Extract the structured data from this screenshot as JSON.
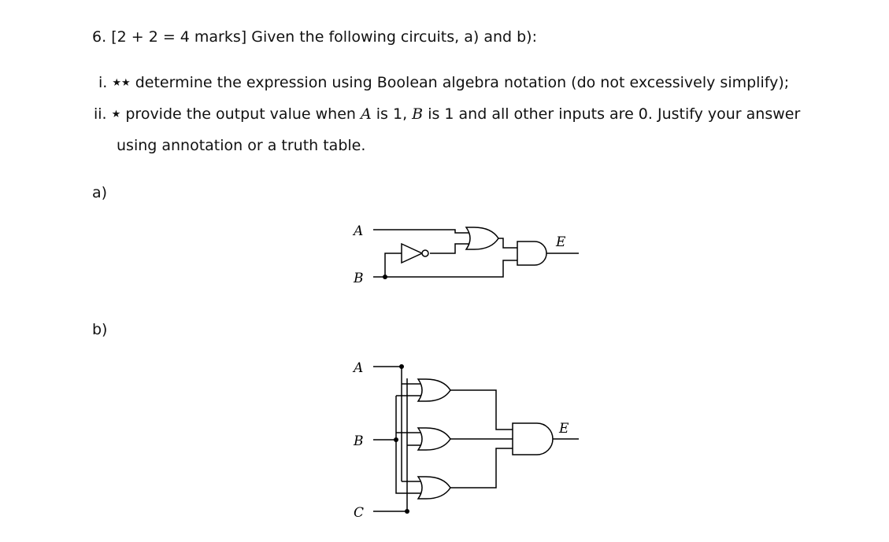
{
  "question": {
    "number": "6.",
    "header": "[2 + 2 = 4 marks] Given the following circuits, a) and b):",
    "parts": [
      {
        "marker": "i.",
        "stars": "★★",
        "text": "determine the expression using Boolean algebra notation (do not excessively simplify);"
      },
      {
        "marker": "ii.",
        "stars": "★",
        "text_before_a": "provide the output value when",
        "var_a": "A",
        "text_is_a": "is 1,",
        "var_b": "B",
        "text_rest": "is 1 and all other inputs are 0. Justify your answer",
        "continuation": "using annotation or a truth table."
      }
    ]
  },
  "circuit_a": {
    "label": "a)",
    "inputs": [
      "A",
      "B"
    ],
    "output": "E"
  },
  "circuit_b": {
    "label": "b)",
    "inputs": [
      "A",
      "B",
      "C"
    ],
    "output": "E"
  }
}
